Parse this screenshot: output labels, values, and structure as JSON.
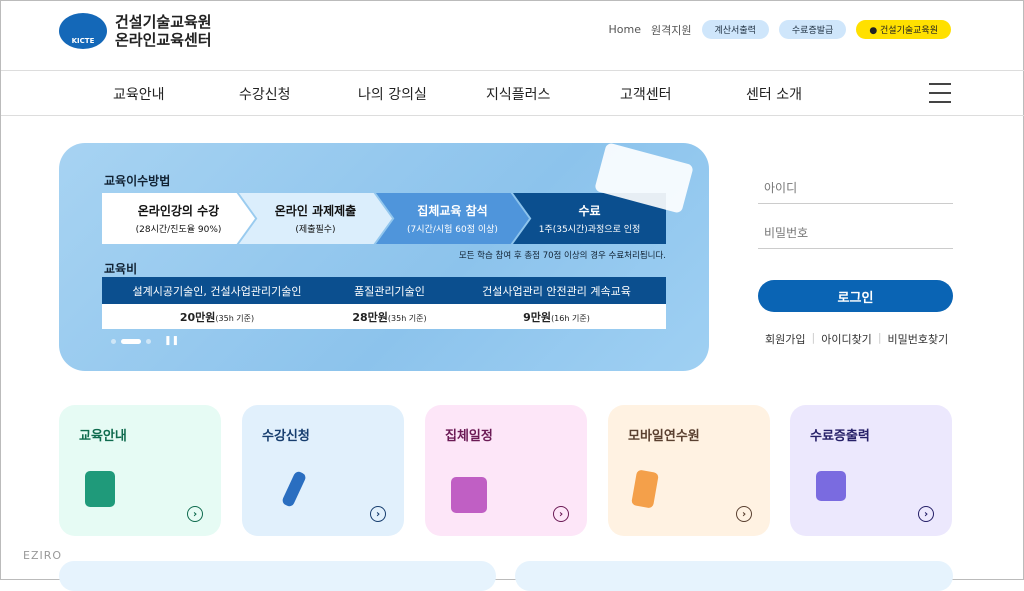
{
  "header": {
    "logo_mark": "KICTE",
    "logo_line1": "건설기술교육원",
    "logo_line2": "온라인교육센터",
    "util": {
      "home": "Home",
      "remote": "원격지원",
      "tax": "계산서출력",
      "cert": "수료증발급",
      "kakao": "건설기술교육원"
    }
  },
  "nav": {
    "items": [
      "교육안내",
      "수강신청",
      "나의 강의실",
      "지식플러스",
      "고객센터",
      "센터 소개"
    ]
  },
  "banner": {
    "method_title": "교육이수방법",
    "steps": [
      {
        "title": "온라인강의 수강",
        "sub": "(28시간/진도율 90%)"
      },
      {
        "title": "온라인 과제제출",
        "sub": "(제출필수)"
      },
      {
        "title": "집체교육 참석",
        "sub": "(7시간/시험 60점 이상)"
      },
      {
        "title": "수료",
        "sub": "1주(35시간)과정으로 인정"
      }
    ],
    "note": "모든 학습 참여 후 총점 70점 이상의 경우 수료처리됩니다.",
    "fee_title": "교육비",
    "fees": [
      {
        "name": "설계시공기술인, 건설사업관리기술인",
        "price": "20만원",
        "basis": "(35h 기준)"
      },
      {
        "name": "품질관리기술인",
        "price": "28만원",
        "basis": "(35h 기준)"
      },
      {
        "name": "건설사업관리 안전관리 계속교육",
        "price": "9만원",
        "basis": "(16h 기준)"
      }
    ],
    "slide_count": 3,
    "active_slide": 1
  },
  "login": {
    "id_placeholder": "아이디",
    "pw_placeholder": "비밀번호",
    "button": "로그인",
    "links": [
      "회원가입",
      "아이디찾기",
      "비밀번호찾기"
    ]
  },
  "cards": [
    {
      "label": "교육안내",
      "bg": "#e6fbf4",
      "color": "#0f6b4e",
      "icon": "document-icon"
    },
    {
      "label": "수강신청",
      "bg": "#e1f0fc",
      "color": "#163d6e",
      "icon": "pen-icon"
    },
    {
      "label": "집체일정",
      "bg": "#fde6f8",
      "color": "#6b1a55",
      "icon": "calendar-icon"
    },
    {
      "label": "모바일연수원",
      "bg": "#fff2e2",
      "color": "#5a4030",
      "icon": "mobile-icon"
    },
    {
      "label": "수료증출력",
      "bg": "#ece8fd",
      "color": "#262068",
      "icon": "certificate-icon"
    }
  ],
  "watermark": "EZIRO"
}
